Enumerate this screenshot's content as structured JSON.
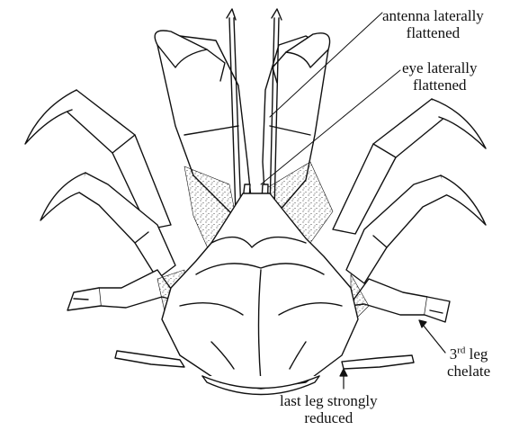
{
  "labels": {
    "antenna": {
      "line1": "antenna laterally",
      "line2": "flattened"
    },
    "eye": {
      "line1": "eye laterally",
      "line2": "flattened"
    },
    "third_leg": {
      "ordinal": "3",
      "ordinal_suffix": "rd",
      "line1_rest": " leg",
      "line2": "chelate"
    },
    "last_leg": {
      "line1": "last leg strongly",
      "line2": "reduced"
    }
  },
  "colors": {
    "ink": "#111111",
    "background": "#ffffff"
  }
}
